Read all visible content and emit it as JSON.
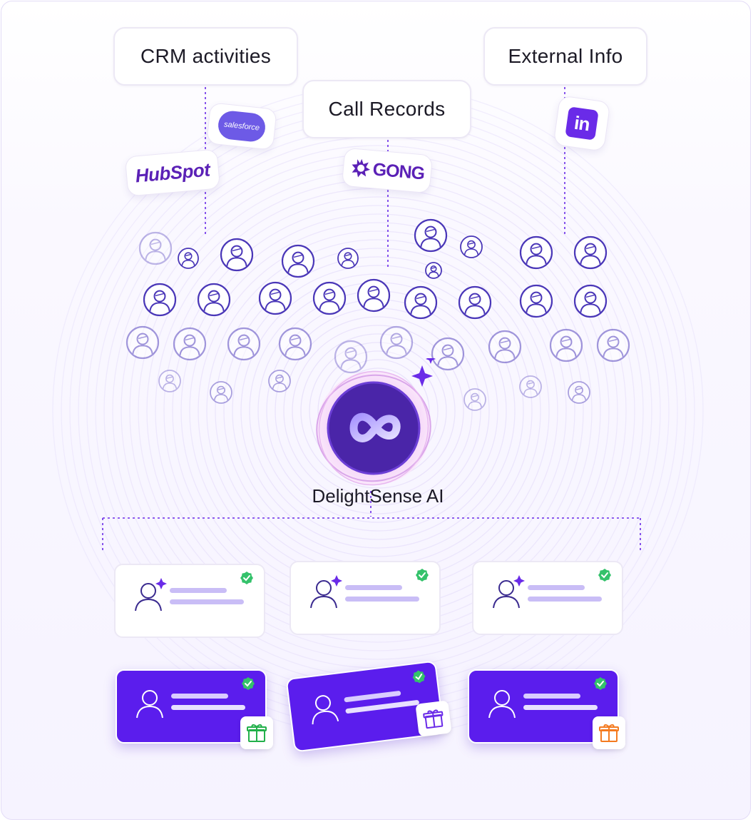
{
  "sources": {
    "crm_label": "CRM activities",
    "calls_label": "Call Records",
    "external_label": "External Info"
  },
  "logos": {
    "hubspot": "HubSpot",
    "salesforce": "salesforce",
    "gong": "GONG",
    "linkedin": "in"
  },
  "center": {
    "label": "DelightSense AI"
  },
  "colors": {
    "brand_purple": "#5b1ded",
    "accent_purple": "#6a2be8",
    "check_green": "#34c26b",
    "gift_green": "#22b04a",
    "gift_orange": "#f47b20"
  },
  "icons": {
    "sparkle": "sparkle-icon",
    "infinity": "infinity-icon",
    "check": "verified-check-icon",
    "gift": "gift-icon",
    "person": "user-icon"
  }
}
